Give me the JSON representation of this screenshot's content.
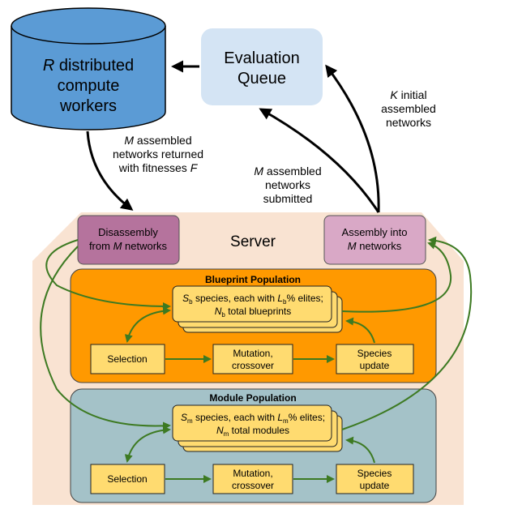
{
  "workers": {
    "line1_var": "R",
    "line1_rest": " distributed",
    "line2": "compute",
    "line3": "workers"
  },
  "queue": {
    "line1": "Evaluation",
    "line2": "Queue"
  },
  "server": {
    "label": "Server"
  },
  "disassembly": {
    "line1": "Disassembly",
    "line2_pre": "from ",
    "line2_var": "M",
    "line2_post": " networks"
  },
  "assembly": {
    "line1": "Assembly into",
    "line2_var": "M",
    "line2_post": " networks"
  },
  "edge_returned": {
    "line1_var": "M",
    "line1_rest": " assembled",
    "line2": "networks returned",
    "line3_pre": "with fitnesses ",
    "line3_var": "F"
  },
  "edge_submitted": {
    "line1_var": "M",
    "line1_rest": " assembled",
    "line2": "networks",
    "line3": "submitted"
  },
  "edge_initial": {
    "line1_var": "K",
    "line1_rest": " initial",
    "line2": "assembled",
    "line3": "networks"
  },
  "blueprint": {
    "title": "Blueprint Population",
    "species_l1_var": "S",
    "species_l1_sub": "b",
    "species_l1_mid": " species, each with ",
    "species_l1_var2": "L",
    "species_l1_sub2": "b",
    "species_l1_end": "% elites;",
    "species_l2_var": "N",
    "species_l2_sub": "b",
    "species_l2_rest": " total blueprints",
    "selection": "Selection",
    "mutation_l1": "Mutation,",
    "mutation_l2": "crossover",
    "update_l1": "Species",
    "update_l2": "update"
  },
  "module": {
    "title": "Module Population",
    "species_l1_var": "S",
    "species_l1_sub": "m",
    "species_l1_mid": " species, each with ",
    "species_l1_var2": "L",
    "species_l1_sub2": "m",
    "species_l1_end": "% elites;",
    "species_l2_var": "N",
    "species_l2_sub": "m",
    "species_l2_rest": " total modules",
    "selection": "Selection",
    "mutation_l1": "Mutation,",
    "mutation_l2": "crossover",
    "update_l1": "Species",
    "update_l2": "update"
  },
  "colors": {
    "workers_fill": "#5b9bd5",
    "queue_fill": "#d4e4f4",
    "server_fill": "#f9e3d2",
    "disassembly_fill": "#b5739d",
    "assembly_fill": "#d9a8c6",
    "blueprint_fill": "#ff9900",
    "module_fill": "#a4c2c8",
    "box_fill": "#ffdb70",
    "green_arrow": "#3d7a22"
  }
}
